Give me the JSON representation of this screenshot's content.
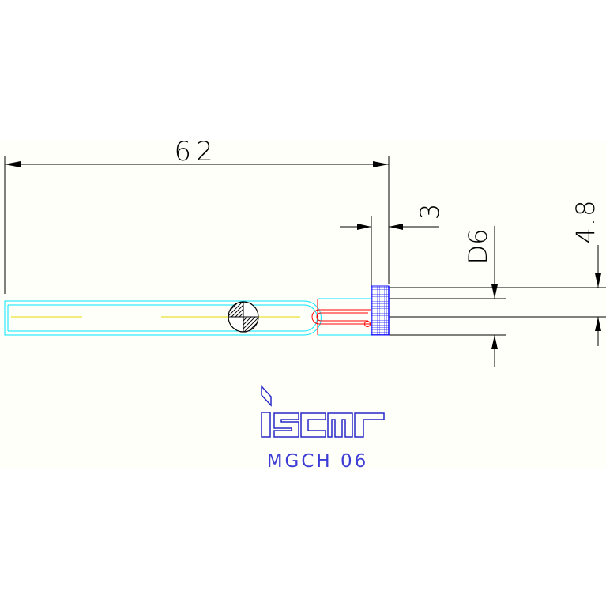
{
  "dimensions": {
    "length": "62",
    "width": "3",
    "bore_diameter": "D6",
    "depth": "4.8"
  },
  "logo": {
    "brand": "iscar"
  },
  "model": {
    "label": "MGCH 06"
  },
  "colors": {
    "dimension_lines": "#000000",
    "shank_outline": "#00e5ff",
    "centerline": "#e6d800",
    "insert_outline": "#ff0000",
    "insert_mesh": "#1010ff",
    "model_text": "#3d3dd6",
    "logo": "#2828c8",
    "paper": "#fffff9"
  }
}
